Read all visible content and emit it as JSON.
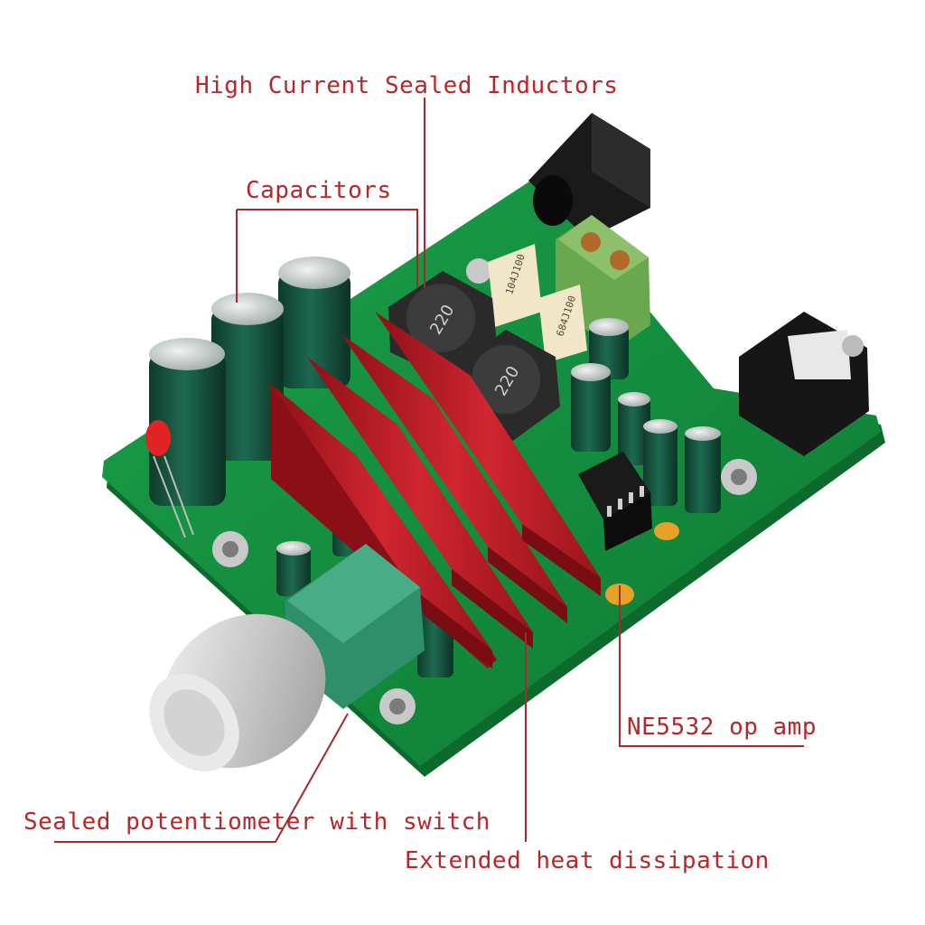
{
  "callouts": {
    "inductors": "High Current Sealed Inductors",
    "capacitors": "Capacitors",
    "opamp": "NE5532 op amp",
    "potentiometer": "Sealed potentiometer with switch",
    "heatsink": "Extended heat dissipation"
  },
  "board_text": {
    "inductor_a": "220",
    "inductor_b": "220",
    "film_cap_a": "104J100",
    "film_cap_b": "684J100"
  },
  "colors": {
    "callout_text": "#b8262a",
    "callout_line": "#a52a2a",
    "pcb": "#138a3a",
    "heatsink": "#b01a22",
    "potentiometer_body": "#2e8f6a",
    "knob": "#d9d9d9"
  }
}
